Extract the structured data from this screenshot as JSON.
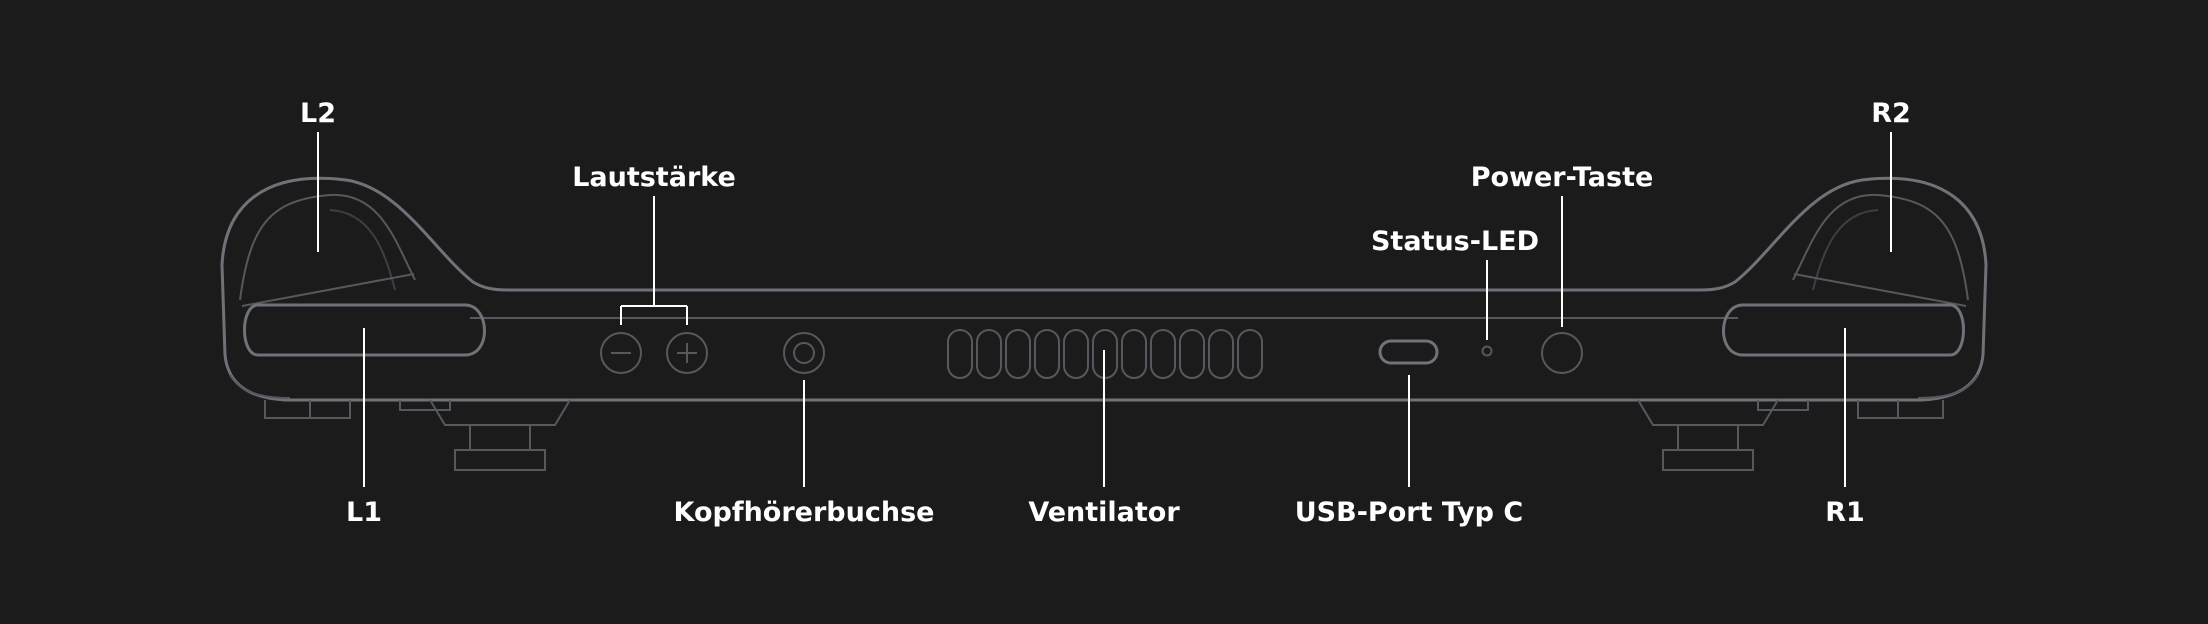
{
  "labels": {
    "l2": "L2",
    "r2": "R2",
    "volume": "Lautstärke",
    "power": "Power-Taste",
    "status_led": "Status-LED",
    "l1": "L1",
    "headphone": "Kopfhörerbuchse",
    "fan": "Ventilator",
    "usb": "USB-Port Typ C",
    "r1": "R1"
  },
  "colors": {
    "background": "#1b1b1b",
    "outline": "#6f7379",
    "text": "#ffffff"
  }
}
